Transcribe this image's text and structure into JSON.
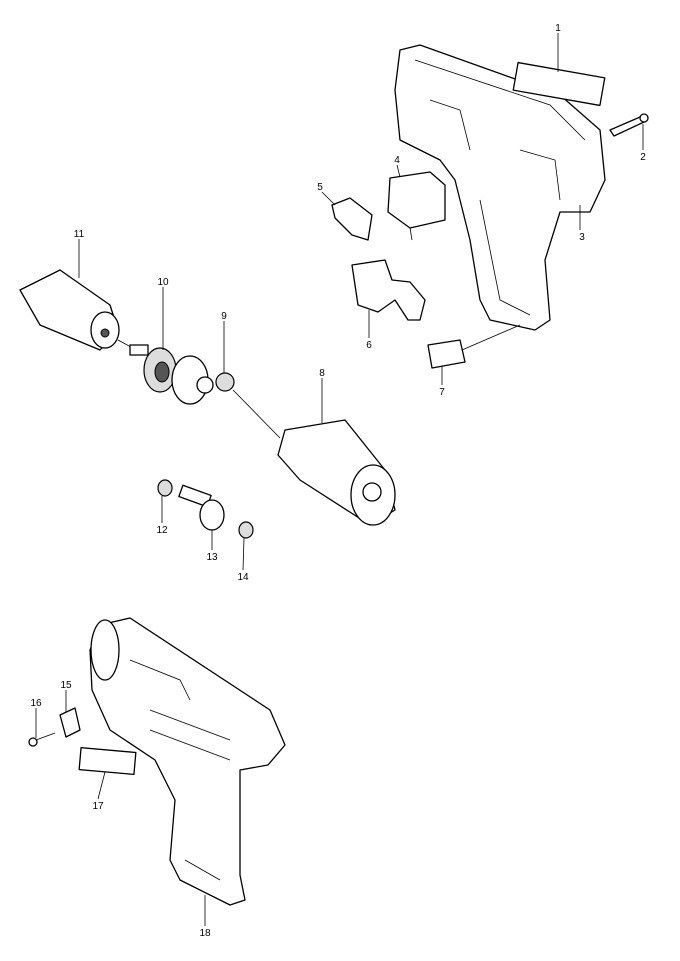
{
  "diagram": {
    "title": "Exploded parts diagram - cordless drill",
    "labels": [
      "1",
      "2",
      "3",
      "4",
      "5",
      "6",
      "7",
      "8",
      "9",
      "10",
      "11",
      "12",
      "13",
      "14",
      "15",
      "16",
      "17",
      "18"
    ]
  }
}
